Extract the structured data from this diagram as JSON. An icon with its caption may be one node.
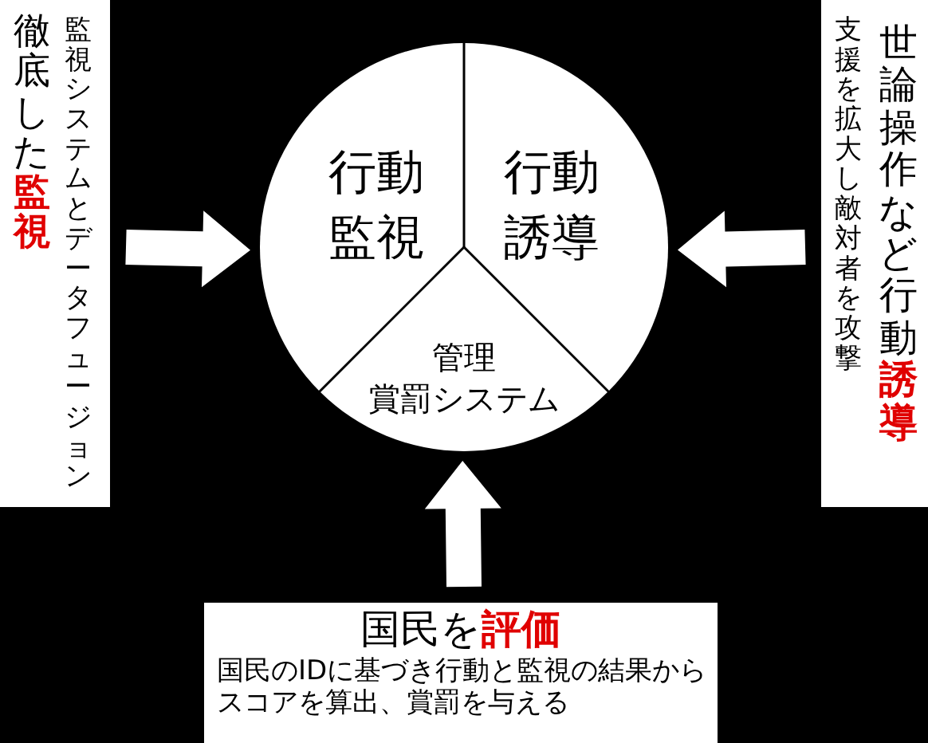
{
  "diagram": {
    "nodes": [
      {
        "text": [],
        "shape": "circle"
      },
      {
        "text": [
          "行動監視"
        ],
        "in": 0
      },
      {
        "text": [
          "行動誘導"
        ],
        "in": 0
      },
      {
        "text": [
          "管理賞罰システム"
        ],
        "in": 0
      },
      {
        "text": [
          "徹底した**監視**",
          "監視システムとデータフュージョン"
        ]
      },
      {
        "text": [
          "支援を拡大し敵対者を攻撃",
          "世論操作など行動**誘導**"
        ]
      },
      {
        "text": [
          "国民を**評価**",
          "国民のIDに基づき行動と監視の結果からスコアを算出、賞罰を与える"
        ]
      }
    ],
    "edges": [
      {
        "from": 4,
        "to": 0,
        "arrow": "to",
        "style": "thick"
      },
      {
        "from": 5,
        "to": 0,
        "arrow": "to",
        "style": "thick"
      },
      {
        "from": 6,
        "to": 0,
        "arrow": "to",
        "style": "thick"
      }
    ]
  }
}
